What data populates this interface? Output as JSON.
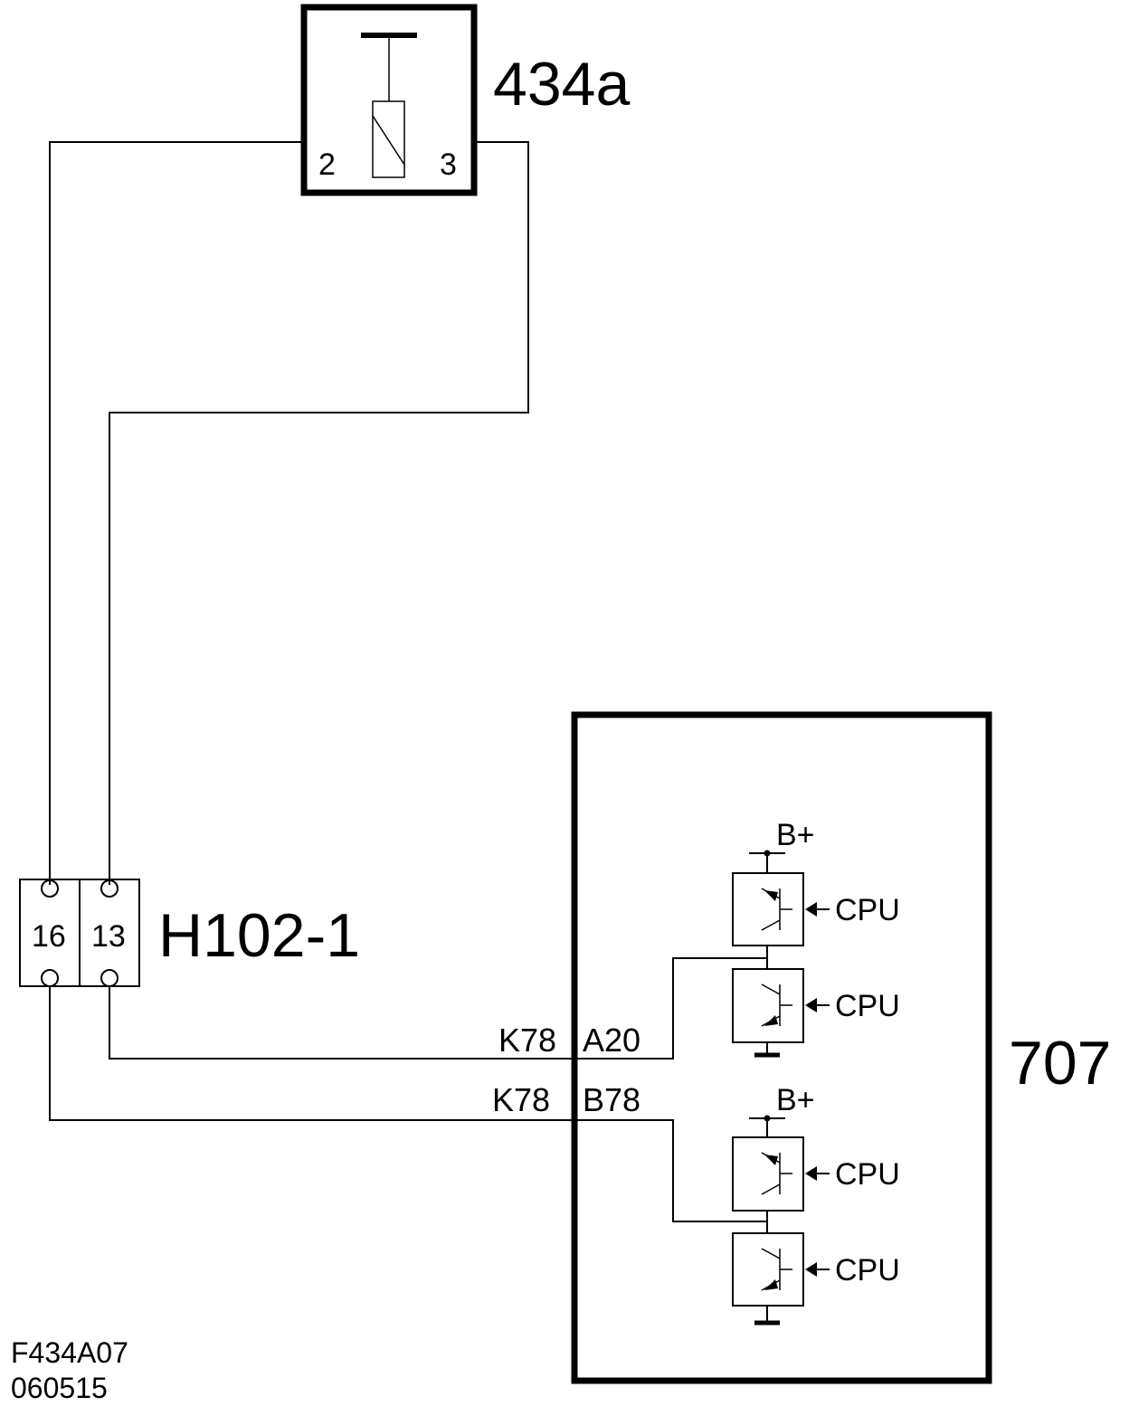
{
  "components": {
    "relay": {
      "label": "434a",
      "pin_left": "2",
      "pin_right": "3"
    },
    "connector": {
      "label": "H102-1",
      "pin_left": "16",
      "pin_right": "13"
    },
    "control_module": {
      "label": "707"
    }
  },
  "wires": {
    "upper": {
      "connector": "K78",
      "pin": "A20"
    },
    "lower": {
      "connector": "K78",
      "pin": "B78"
    }
  },
  "drivers": {
    "supply_label_1": "B+",
    "supply_label_2": "B+",
    "cpu_label_1": "CPU",
    "cpu_label_2": "CPU",
    "cpu_label_3": "CPU",
    "cpu_label_4": "CPU"
  },
  "footer": {
    "figure_id": "F434A07",
    "date_code": "060515"
  }
}
